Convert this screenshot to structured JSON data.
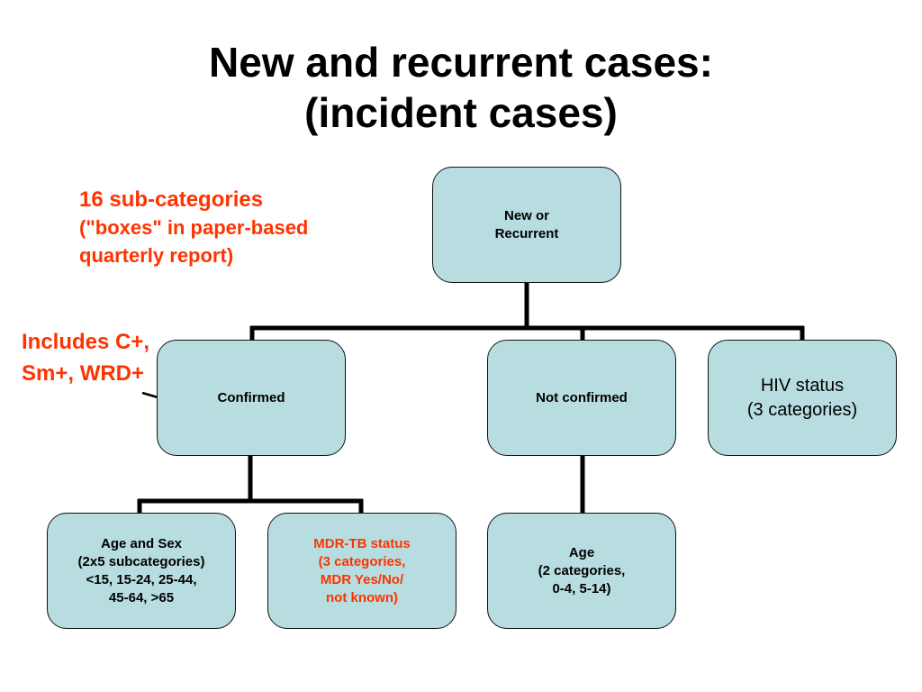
{
  "title": {
    "line1": "New and recurrent cases:",
    "line2": "(incident cases)"
  },
  "notes": {
    "subcategories": {
      "line1": "16 sub-categories",
      "line2": "(\"boxes\" in paper-based",
      "line3": "quarterly report)"
    },
    "includes": {
      "line1": "Includes C+,",
      "line2": "Sm+, WRD+"
    }
  },
  "boxes": {
    "root": {
      "line1": "New or",
      "line2": "Recurrent"
    },
    "confirmed": {
      "label": "Confirmed"
    },
    "not_confirmed": {
      "label": "Not confirmed"
    },
    "hiv": {
      "line1": "HIV status",
      "line2": "(3 categories)"
    },
    "age_sex": {
      "line1": "Age and Sex",
      "line2": "(2x5 subcategories)",
      "line3": "<15, 15-24, 25-44,",
      "line4": "45-64, >65"
    },
    "mdr": {
      "line1": "MDR-TB status",
      "line2": "(3 categories,",
      "line3": "MDR Yes/No/",
      "line4": "not known)"
    },
    "age": {
      "line1": "Age",
      "line2": "(2 categories,",
      "line3": "0-4, 5-14)"
    }
  },
  "colors": {
    "box_fill": "#b8dde0",
    "accent_red": "#ff3300",
    "connector": "#000000"
  }
}
